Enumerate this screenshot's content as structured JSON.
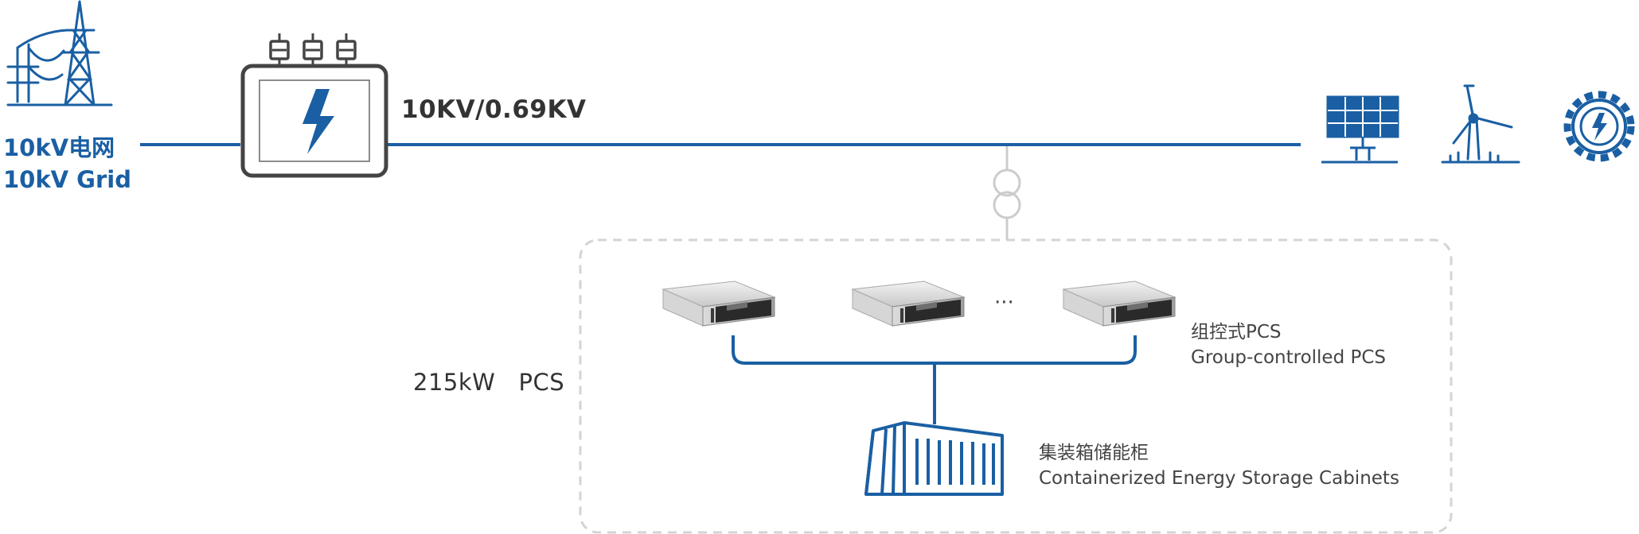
{
  "grid": {
    "label_cn": "10kV电网",
    "label_en": "10kV Grid"
  },
  "transformer": {
    "voltage": "10KV/0.69KV"
  },
  "pcs_rating": "215kW   PCS",
  "pcs": {
    "label_cn": "组控式PCS",
    "label_en": "Group-controlled PCS",
    "ellipsis": "···"
  },
  "storage": {
    "label_cn": "集装箱储能柜",
    "label_en": "Containerized Energy Storage Cabinets"
  },
  "colors": {
    "blue": "#1a5fa3",
    "text": "#333333",
    "gray": "#cccccc"
  },
  "icons": [
    "transmission-tower-icon",
    "transformer-icon",
    "solar-panel-icon",
    "wind-turbine-icon",
    "energy-gear-icon",
    "pcs-unit-icon",
    "container-icon"
  ]
}
